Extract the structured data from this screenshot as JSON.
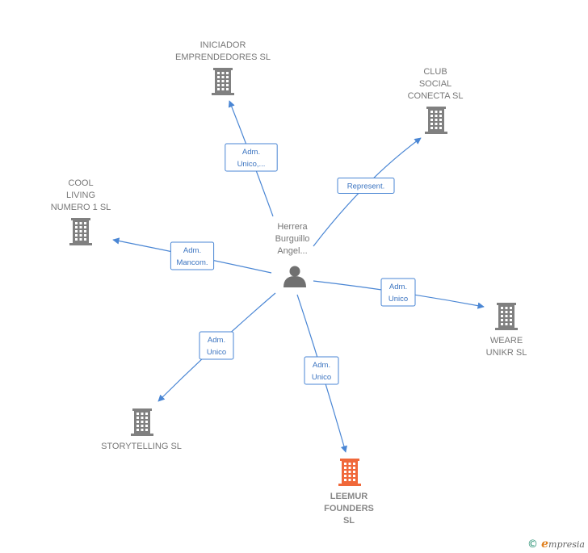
{
  "colors": {
    "edge": "#4a86d4",
    "building": "#808080",
    "building_highlight": "#f0683a",
    "person": "#707070"
  },
  "center": {
    "name": "Herrera\nBurguillo\nAngel...",
    "icon": "person-icon"
  },
  "nodes": [
    {
      "id": "iniciador",
      "name": "INICIADOR\nEMPRENDEDORES SL",
      "icon": "building-icon",
      "highlight": false,
      "edge_label": "Adm.\nUnico,..."
    },
    {
      "id": "club",
      "name": "CLUB\nSOCIAL\nCONECTA SL",
      "icon": "building-icon",
      "highlight": false,
      "edge_label": "Represent."
    },
    {
      "id": "cool",
      "name": "COOL\nLIVING\nNUMERO 1  SL",
      "icon": "building-icon",
      "highlight": false,
      "edge_label": "Adm.\nMancom."
    },
    {
      "id": "weare",
      "name": "WEARE\nUNIKR  SL",
      "icon": "building-icon",
      "highlight": false,
      "edge_label": "Adm.\nUnico"
    },
    {
      "id": "storytelling",
      "name": "STORYTELLING SL",
      "icon": "building-icon",
      "highlight": false,
      "edge_label": "Adm.\nUnico"
    },
    {
      "id": "leemur",
      "name": "LEEMUR\nFOUNDERS\nSL",
      "icon": "building-icon",
      "highlight": true,
      "edge_label": "Adm.\nUnico"
    }
  ],
  "watermark": {
    "symbol": "©",
    "brand_initial": "e",
    "brand_rest": "mpresia"
  }
}
